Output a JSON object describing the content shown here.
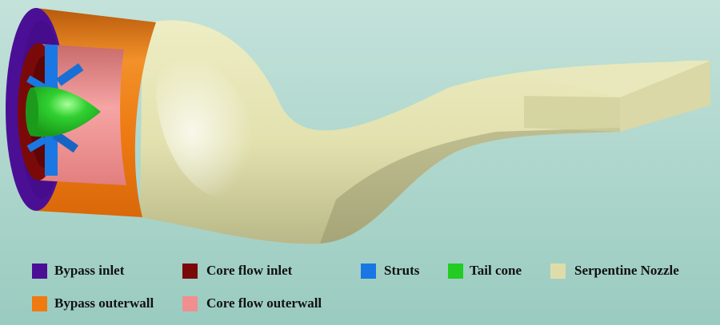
{
  "colors": {
    "background_top": "#bfe0d8",
    "background_bottom": "#9fcfc4",
    "bypass_inlet": "#4b0f96",
    "core_flow_inlet": "#7a0a0a",
    "struts": "#1877e2",
    "tail_cone": "#22cc22",
    "serpentine_nozzle": "#e8e7b6",
    "bypass_outerwall": "#f07a10",
    "core_flow_outerwall": "#f08f8f"
  },
  "legend": {
    "bypass_inlet": {
      "label": "Bypass inlet",
      "color": "#4b0f96"
    },
    "core_flow_inlet": {
      "label": "Core flow inlet",
      "color": "#7a0a0a"
    },
    "struts": {
      "label": "Struts",
      "color": "#1877e2"
    },
    "tail_cone": {
      "label": "Tail cone",
      "color": "#22cc22"
    },
    "serpentine_nozzle": {
      "label": "Serpentine Nozzle",
      "color": "#deddaa"
    },
    "bypass_outerwall": {
      "label": "Bypass outerwall",
      "color": "#f07a10"
    },
    "core_flow_outerwall": {
      "label": "Core flow outerwall",
      "color": "#f08f8f"
    }
  }
}
